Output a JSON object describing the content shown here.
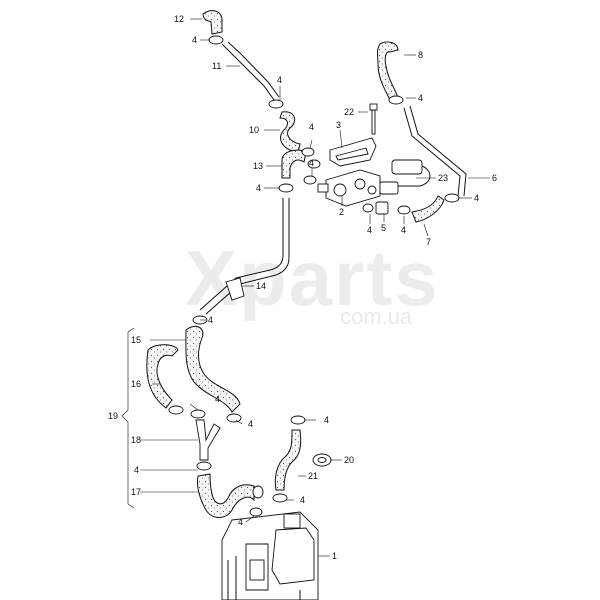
{
  "watermark": {
    "main": "Xparts",
    "sub": "com.ua"
  },
  "callouts": {
    "c1": "1",
    "c2": "2",
    "c3": "3",
    "c4": "4",
    "c5": "5",
    "c6": "6",
    "c7": "7",
    "c8": "8",
    "c10": "10",
    "c11": "11",
    "c12": "12",
    "c13": "13",
    "c14": "14",
    "c15": "15",
    "c16": "16",
    "c17": "17",
    "c18": "18",
    "c19": "19",
    "c20": "20",
    "c21": "21",
    "c22": "22",
    "c23": "23"
  }
}
